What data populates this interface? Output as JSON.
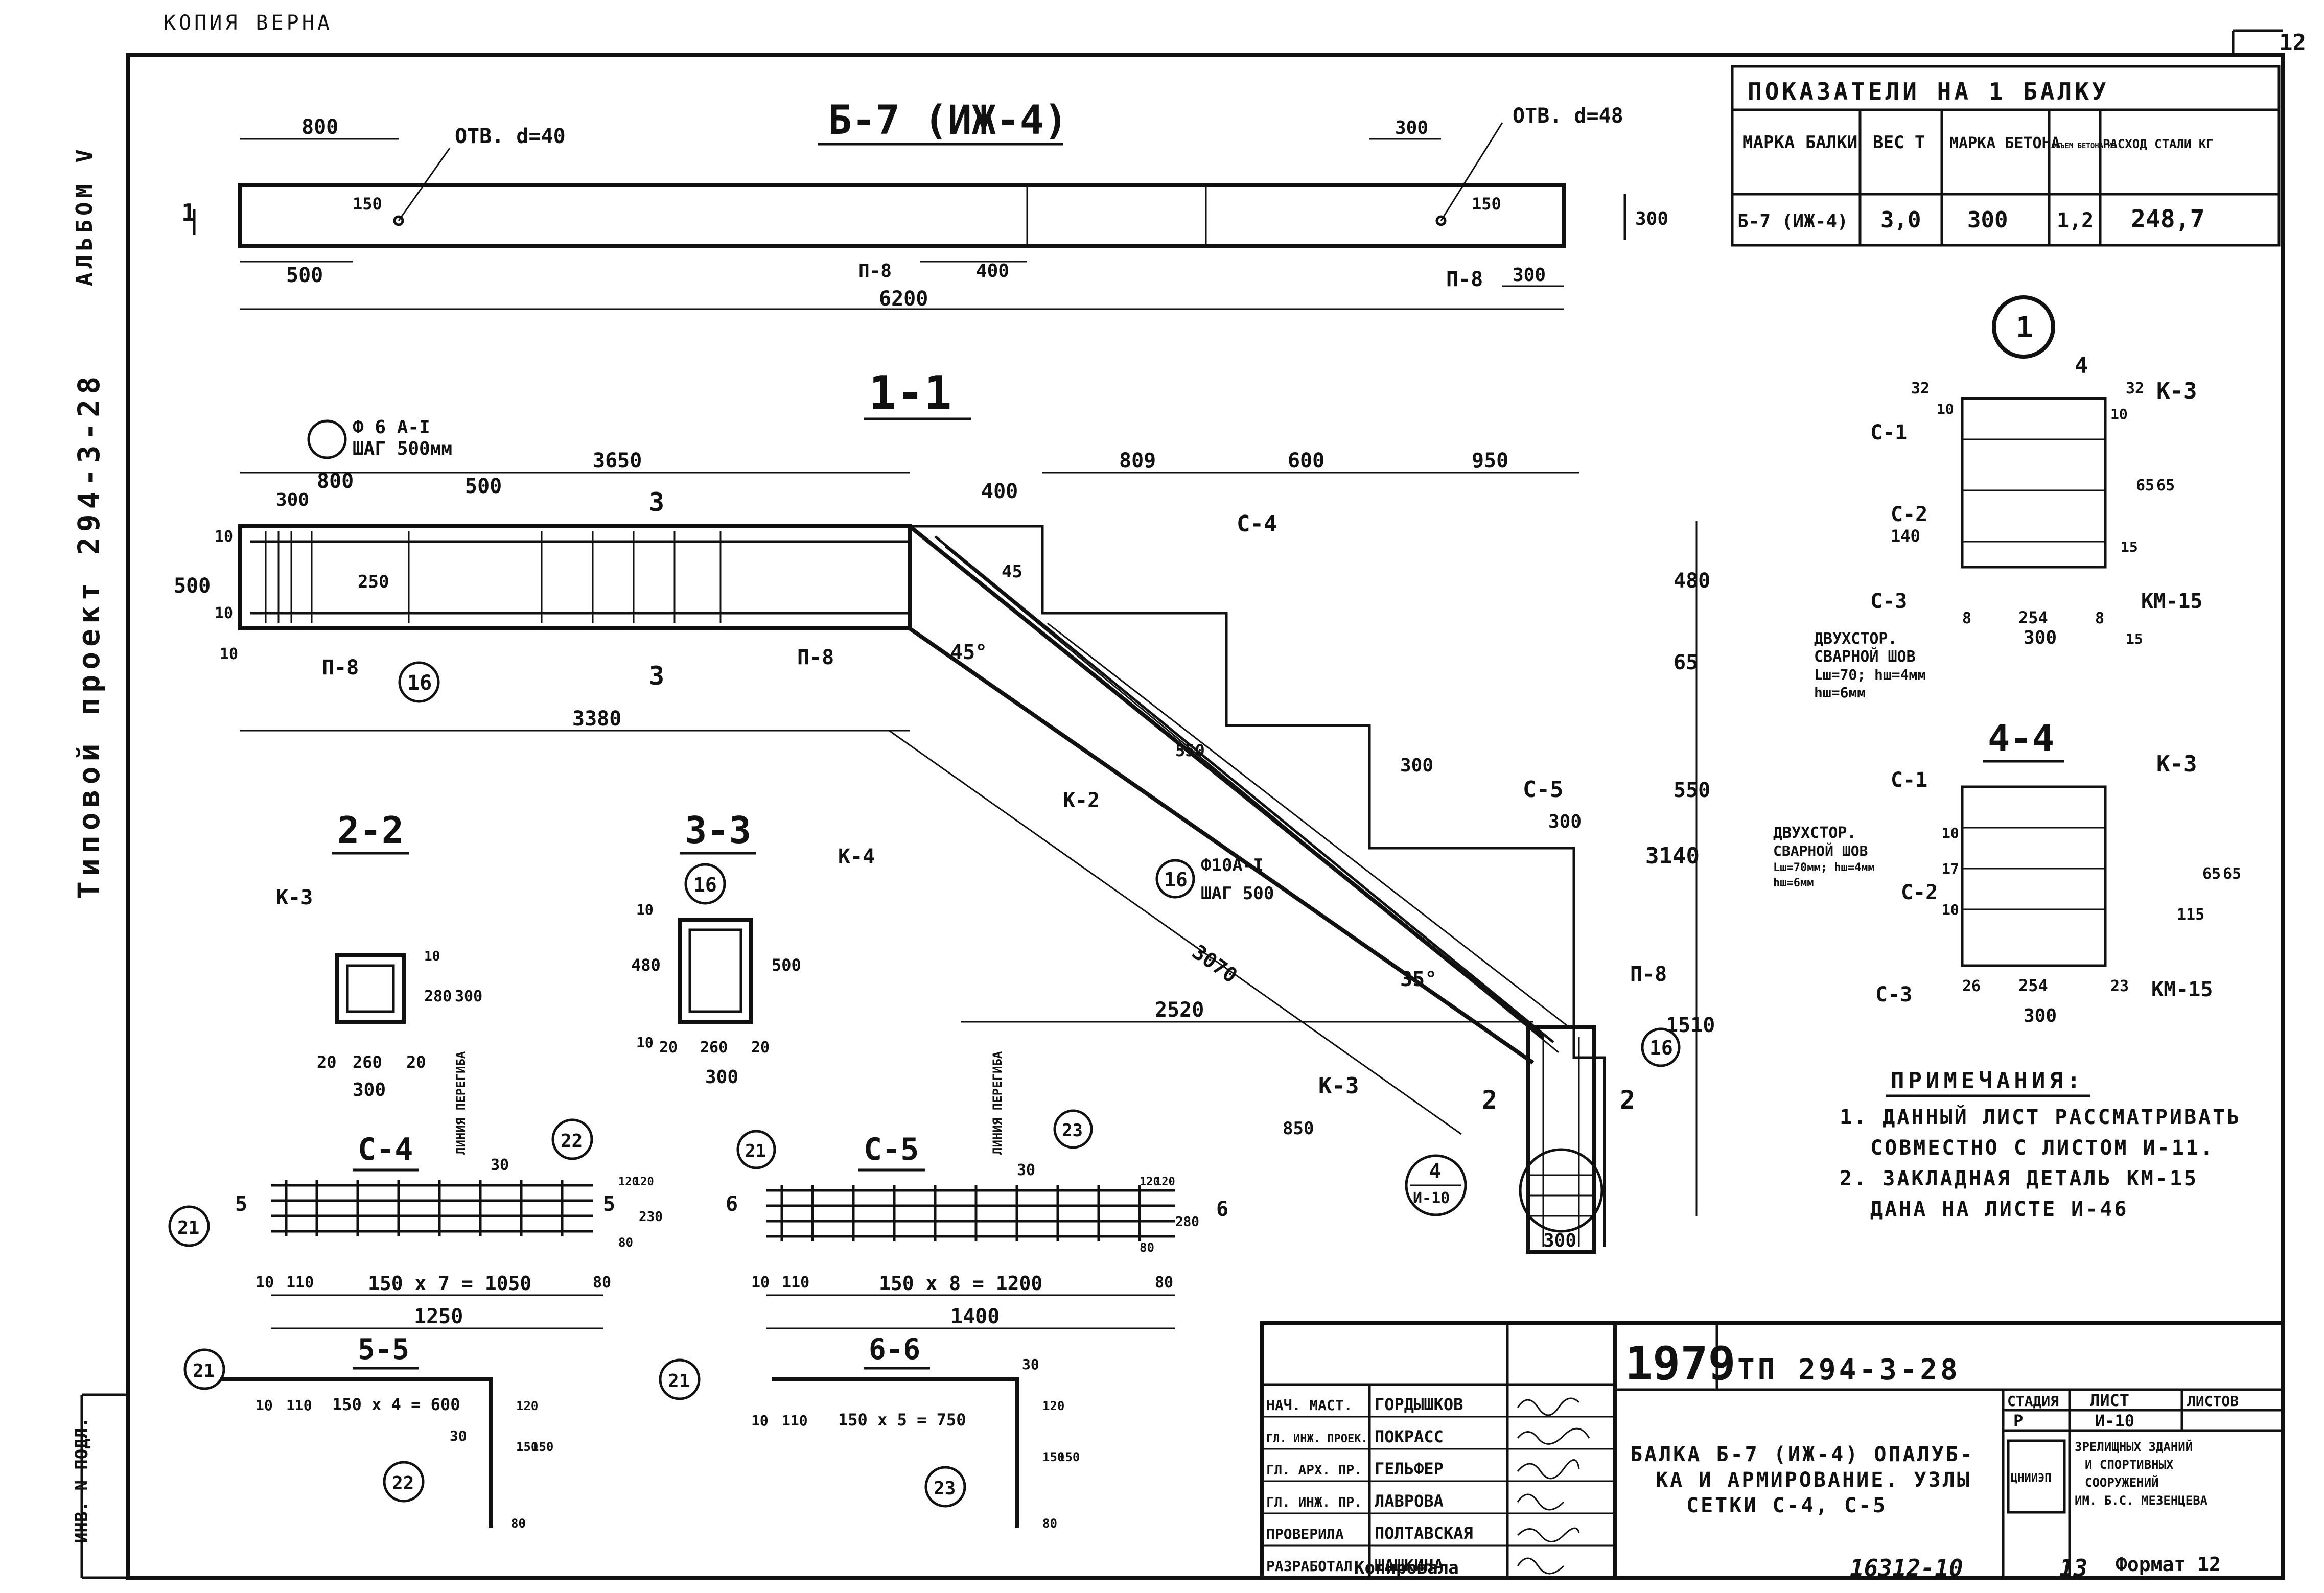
{
  "header": {
    "copy_mark": "КОПИЯ ВЕРНА",
    "page_number": "12",
    "album": "АЛЬБОМ V",
    "project": "Типовой проект 294-3-28",
    "inv_no": "ИНВ. N ПОДЛ."
  },
  "elevation": {
    "title": "Б-7 (ИЖ-4)",
    "labels": {
      "hole_left": "ОТВ. d=40",
      "hole_right": "ОТВ. d=48",
      "p8_left": "П-8",
      "p8_right": "П-8",
      "section_mark": "1"
    },
    "dims": {
      "d800": "800",
      "d150a": "150",
      "d500": "500",
      "d400": "400",
      "d6200": "6200",
      "d300a": "300",
      "d150b": "150",
      "d300b": "300",
      "d300c": "300"
    }
  },
  "summary_table": {
    "title": "ПОКАЗАТЕЛИ НА 1 БАЛКУ",
    "columns": [
      "МАРКА БАЛКИ",
      "ВЕС Т",
      "МАРКА БЕТОНА",
      "ОБЪЕМ БЕТОНА М3",
      "РАСХОД СТАЛИ КГ"
    ],
    "row": [
      "Б-7 (ИЖ-4)",
      "3,0",
      "300",
      "1,2",
      "248,7"
    ]
  },
  "section_1_1": {
    "title": "1-1",
    "labels": {
      "rebar_note_a": "Ф 6 А-I",
      "rebar_note_b": "ШАГ 500мм",
      "rebar_note_c": "Ф10А-I",
      "rebar_note_d": "ШАГ 500",
      "c4": "С-4",
      "c5": "С-5",
      "k2": "К-2",
      "k3": "К-3",
      "p8a": "П-8",
      "p8b": "П-8",
      "p8c": "П-8",
      "cut3": "3",
      "cut2": "2",
      "angle45": "45°",
      "angle35": "35°",
      "angle45b": "45"
    },
    "dims": {
      "d3650": "3650",
      "d800": "800",
      "d500": "500",
      "d300": "300",
      "d400": "400",
      "d809": "809",
      "d600": "600",
      "d950": "950",
      "d250": "250",
      "d500v": "500",
      "d10a": "10",
      "d10b": "10",
      "d10c": "10",
      "d3380": "3380",
      "d550": "550",
      "d300b": "300",
      "d300c": "300",
      "d3070": "3070",
      "d2520": "2520",
      "d850": "850",
      "d300d": "300",
      "v480": "480",
      "v65": "65",
      "v550": "550",
      "v3140": "3140",
      "v1510": "1510"
    },
    "callouts": [
      "16",
      "16",
      "16",
      "1"
    ],
    "ref_callout": {
      "top": "4",
      "bottom": "И-10"
    }
  },
  "section_2_2": {
    "title": "2-2",
    "labels": {
      "k3": "К-3"
    },
    "dims": {
      "d20a": "20",
      "d260": "260",
      "d20b": "20",
      "d300": "300",
      "v10": "10",
      "v280": "280",
      "v300": "300"
    }
  },
  "section_3_3": {
    "title": "3-3",
    "labels": {
      "k4": "К-4"
    },
    "callout": "16",
    "dims": {
      "v10": "10",
      "v480": "480",
      "v500": "500",
      "d20a": "20",
      "d260": "260",
      "d20b": "20",
      "d300": "300",
      "v10b": "10"
    }
  },
  "node_1": {
    "title": "1",
    "labels": {
      "c1": "С-1",
      "c2": "С-2",
      "c3": "С-3",
      "k3": "К-3",
      "km15": "КМ-15",
      "cut4": "4"
    },
    "weld_note": [
      "ДВУХСТОР.",
      "СВАРНОЙ ШОВ",
      "Lш=70; hш=4мм",
      "hш=6мм"
    ],
    "dims": {
      "d32a": "32",
      "d32b": "32",
      "d10a": "10",
      "d10b": "10",
      "d140": "140",
      "d8a": "8",
      "d254": "254",
      "d8b": "8",
      "d300": "300",
      "d15": "15",
      "v65a": "65",
      "v65b": "65",
      "v15": "15"
    }
  },
  "section_4_4": {
    "title": "4-4",
    "labels": {
      "c1": "С-1",
      "c2": "С-2",
      "c3": "С-3",
      "k3": "К-3",
      "km15": "КМ-15"
    },
    "weld_note": [
      "ДВУХСТОР.",
      "СВАРНОЙ ШОВ",
      "Lш=70мм; hш=4мм",
      "hш=6мм"
    ],
    "dims": {
      "v10a": "10",
      "v17": "17",
      "v10b": "10",
      "v115": "115",
      "v65": "65",
      "v65b": "65",
      "d26": "26",
      "d254": "254",
      "d23": "23",
      "d300": "300"
    }
  },
  "notes": {
    "title": "ПРИМЕЧАНИЯ:",
    "lines": [
      "1. ДАННЫЙ ЛИСТ РАССМАТРИВАТЬ",
      "СОВМЕСТНО С ЛИСТОМ И-11.",
      "2. ЗАКЛАДНАЯ ДЕТАЛЬ КМ-15",
      "ДАНА НА ЛИСТЕ И-46"
    ]
  },
  "mesh_c4": {
    "title": "С-4",
    "bend_label": "ЛИНИЯ ПЕРЕГИБА",
    "callouts": {
      "left": "21",
      "right": "22"
    },
    "cut_marks": [
      "5",
      "5"
    ],
    "dims": {
      "d10": "10",
      "d110": "110",
      "dstep": "150 x 7 = 1050",
      "d80": "80",
      "dtotal": "1250",
      "d30": "30",
      "v120a": "120",
      "v120b": "120",
      "v80": "80",
      "v230": "230"
    }
  },
  "mesh_c5": {
    "title": "С-5",
    "bend_label": "ЛИНИЯ ПЕРЕГИБА",
    "callouts": {
      "left": "21",
      "right": "23"
    },
    "cut_marks": [
      "6",
      "6"
    ],
    "dims": {
      "d10": "10",
      "d110": "110",
      "dstep": "150 x 8 = 1200",
      "d80": "80",
      "dtotal": "1400",
      "d30": "30",
      "v120a": "120",
      "v120b": "120",
      "v80": "80",
      "v280": "280"
    }
  },
  "section_5_5": {
    "title": "5-5",
    "callouts": {
      "top": "21",
      "bottom": "22"
    },
    "dims": {
      "d10": "10",
      "d110": "110",
      "dstep": "150 x 4 = 600",
      "d30": "30",
      "v120a": "120",
      "v150": "150",
      "v150b": "150",
      "v80": "80"
    }
  },
  "section_6_6": {
    "title": "6-6",
    "callouts": {
      "top": "21",
      "bottom": "23"
    },
    "dims": {
      "d10": "10",
      "d110": "110",
      "dstep": "150 x 5 = 750",
      "d30": "30",
      "v120a": "120",
      "v150": "150",
      "v150b": "150",
      "v80": "80"
    }
  },
  "title_block": {
    "year": "1979",
    "project_code": "ТП 294-3-28",
    "people": [
      [
        "НАЧ. МАСТ.",
        "ГОРДЫШКОВ"
      ],
      [
        "ГЛ. ИНЖ. ПРОЕК.",
        "ПОКРАСС"
      ],
      [
        "ГЛ. АРХ. ПР.",
        "ГЕЛЬФЕР"
      ],
      [
        "ГЛ. ИНЖ. ПР.",
        "ЛАВРОВА"
      ],
      [
        "ПРОВЕРИЛА",
        "ПОЛТАВСКАЯ"
      ],
      [
        "РАЗРАБОТАЛ",
        "ШАШКИНА"
      ]
    ],
    "description": [
      "БАЛКА Б-7 (ИЖ-4) ОПАЛУБ-",
      "КА И АРМИРОВАНИЕ. УЗЛЫ",
      "СЕТКИ С-4, С-5"
    ],
    "stage_header": [
      "СТАДИЯ",
      "ЛИСТ",
      "ЛИСТОВ"
    ],
    "stage_values": [
      "Р",
      "И-10",
      ""
    ],
    "org": [
      "ЗРЕЛИЩНЫХ ЗДАНИЙ",
      "И СПОРТИВНЫХ",
      "СООРУЖЕНИЙ",
      "ИМ. Б.С. МЕЗЕНЦЕВА"
    ],
    "org_logo": "ЦНИИЭП"
  },
  "footer": {
    "copied_by": "Копировала",
    "sheet_code": "16312-10",
    "sheet_num": "13",
    "format": "Формат 12"
  }
}
